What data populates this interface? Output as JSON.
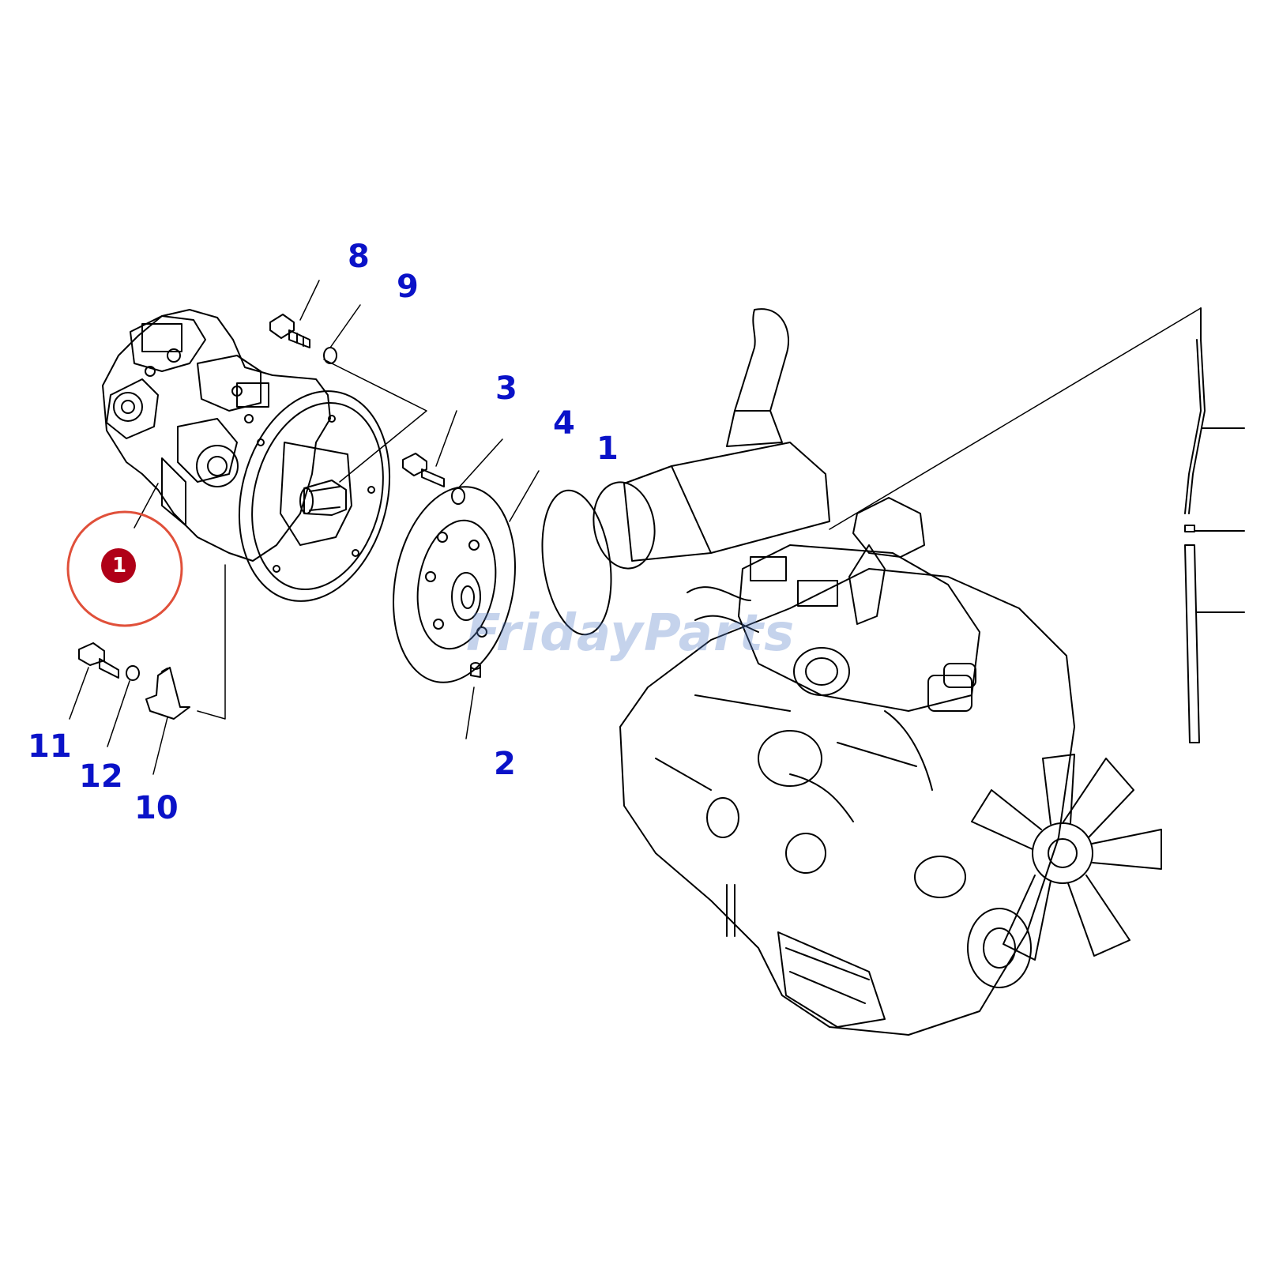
{
  "diagram": {
    "watermark": "FridayParts",
    "highlight": {
      "label": "1",
      "ring_color": "#e0503a",
      "dot_color": "#b00018"
    },
    "callouts": [
      {
        "id": "8",
        "label": "8"
      },
      {
        "id": "9",
        "label": "9"
      },
      {
        "id": "3",
        "label": "3"
      },
      {
        "id": "4",
        "label": "4"
      },
      {
        "id": "1",
        "label": "1"
      },
      {
        "id": "2",
        "label": "2"
      },
      {
        "id": "11",
        "label": "11"
      },
      {
        "id": "12",
        "label": "12"
      },
      {
        "id": "10",
        "label": "10"
      }
    ],
    "callout_color": "#0a12c8",
    "parts": [
      "hydraulic-pump",
      "bolt",
      "washer",
      "flywheel-coupling",
      "o-ring",
      "dowel-pin",
      "bracket",
      "engine",
      "cooling-fan",
      "dipstick"
    ]
  }
}
